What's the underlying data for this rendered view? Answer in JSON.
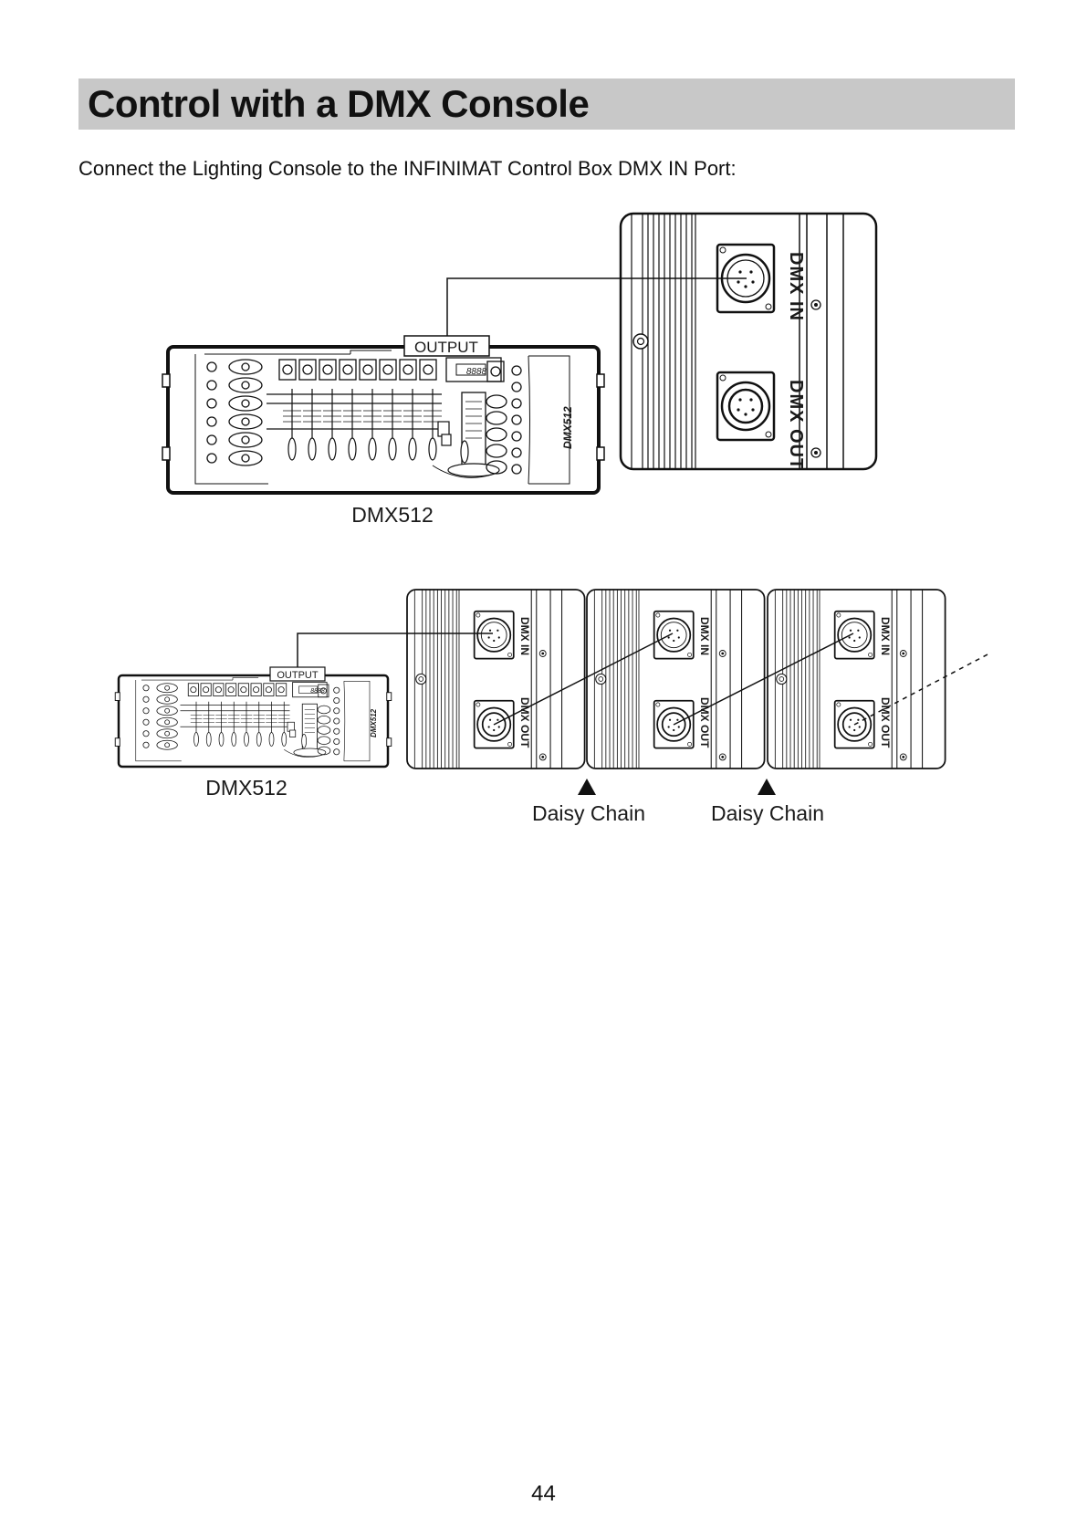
{
  "page": {
    "title": "Control with a DMX Console",
    "subtitle": "Connect the Lighting Console to the INFINIMAT Control Box DMX IN Port:",
    "page_number": "44"
  },
  "diagram1": {
    "output_label": "OUTPUT",
    "console_name": "DMX512",
    "console_display": "8888",
    "console_side_label": "DMX512",
    "port_in_label": "DMX IN",
    "port_out_label": "DMX OUT"
  },
  "diagram2": {
    "output_label": "OUTPUT",
    "console_name": "DMX512",
    "console_display": "8888",
    "console_side_label": "DMX512",
    "port_in_label": "DMX IN",
    "port_out_label": "DMX OUT",
    "chain_labels": [
      "Daisy Chain",
      "Daisy Chain"
    ]
  }
}
